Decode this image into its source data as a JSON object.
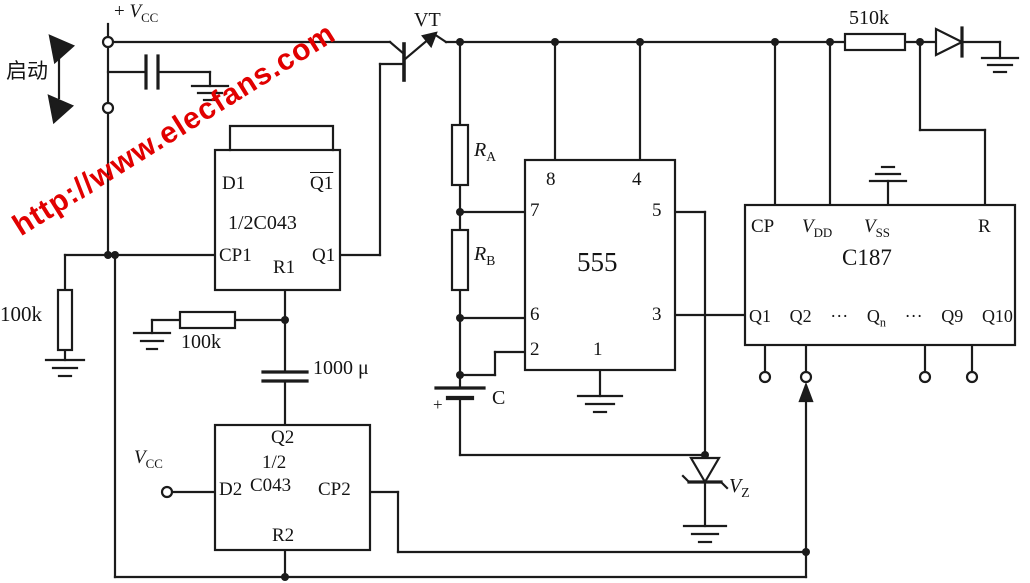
{
  "watermark": "http://www.elecfans.com",
  "colors": {
    "line": "#1b1b1b",
    "watermark": "#e10000"
  },
  "power": {
    "plus": "+",
    "v": "V",
    "sub": "CC"
  },
  "switch_label": "启动",
  "transistor": "VT",
  "resistors": {
    "r510k": "510k",
    "ra": {
      "base": "R",
      "sub": "A"
    },
    "rb": {
      "base": "R",
      "sub": "B"
    },
    "r100k_left": "100k",
    "r100k_mid": "100k"
  },
  "capacitors": {
    "c1000": "1000 μ",
    "c_main": "C",
    "c_plus": "+"
  },
  "ff1": {
    "d": "D1",
    "q_bar": "Q1",
    "name": "1/2C043",
    "cp": "CP1",
    "r": "R1",
    "q": "Q1"
  },
  "ff2": {
    "q": "Q2",
    "half": "1/2",
    "name": "C043",
    "d": "D2",
    "cp": "CP2",
    "r": "R2",
    "vcc": {
      "base": "V",
      "sub": "CC"
    }
  },
  "timer555": {
    "name": "555",
    "pins": {
      "p8": "8",
      "p4": "4",
      "p7": "7",
      "p5": "5",
      "p6": "6",
      "p3": "3",
      "p2": "2",
      "p1": "1"
    }
  },
  "c187": {
    "name": "C187",
    "cp": "CP",
    "vdd": {
      "base": "V",
      "sub": "DD"
    },
    "vss": {
      "base": "V",
      "sub": "SS"
    },
    "r": "R",
    "outputs": [
      {
        "base": "Q1",
        "sub": ""
      },
      {
        "base": "Q2",
        "sub": ""
      },
      {
        "base": "···",
        "sub": ""
      },
      {
        "base": "Q",
        "sub": "n"
      },
      {
        "base": "···",
        "sub": ""
      },
      {
        "base": "Q9",
        "sub": ""
      },
      {
        "base": "Q10",
        "sub": ""
      }
    ]
  },
  "zener": {
    "base": "V",
    "sub": "Z"
  }
}
